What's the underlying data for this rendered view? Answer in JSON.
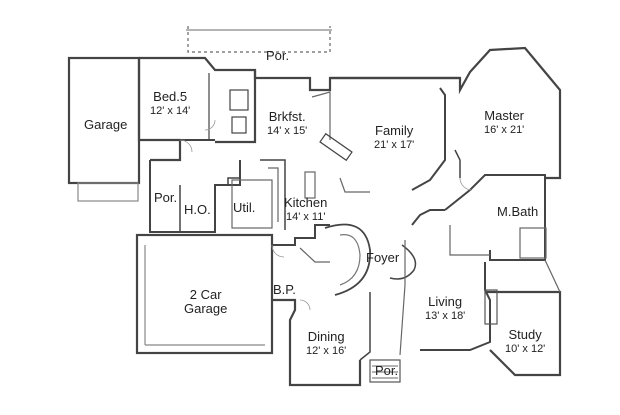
{
  "rooms": {
    "por_top": {
      "name": "Por.",
      "dims": ""
    },
    "bed5": {
      "name": "Bed.5",
      "dims": "12' x 14'"
    },
    "garage": {
      "name": "Garage",
      "dims": ""
    },
    "brkfst": {
      "name": "Brkfst.",
      "dims": "14' x 15'"
    },
    "family": {
      "name": "Family",
      "dims": "21' x 17'"
    },
    "master": {
      "name": "Master",
      "dims": "16' x 21'"
    },
    "por_left": {
      "name": "Por.",
      "dims": ""
    },
    "ho": {
      "name": "H.O.",
      "dims": ""
    },
    "util": {
      "name": "Util.",
      "dims": ""
    },
    "kitchen": {
      "name": "Kitchen",
      "dims": "14' x 11'"
    },
    "mbath": {
      "name": "M.Bath",
      "dims": ""
    },
    "foyer": {
      "name": "Foyer",
      "dims": ""
    },
    "garage2": {
      "name": "2 Car",
      "dims": "Garage"
    },
    "bp": {
      "name": "B.P.",
      "dims": ""
    },
    "living": {
      "name": "Living",
      "dims": "13' x 18'"
    },
    "study": {
      "name": "Study",
      "dims": "10' x 12'"
    },
    "dining": {
      "name": "Dining",
      "dims": "12' x 16'"
    },
    "por_bottom": {
      "name": "Por.",
      "dims": ""
    }
  }
}
